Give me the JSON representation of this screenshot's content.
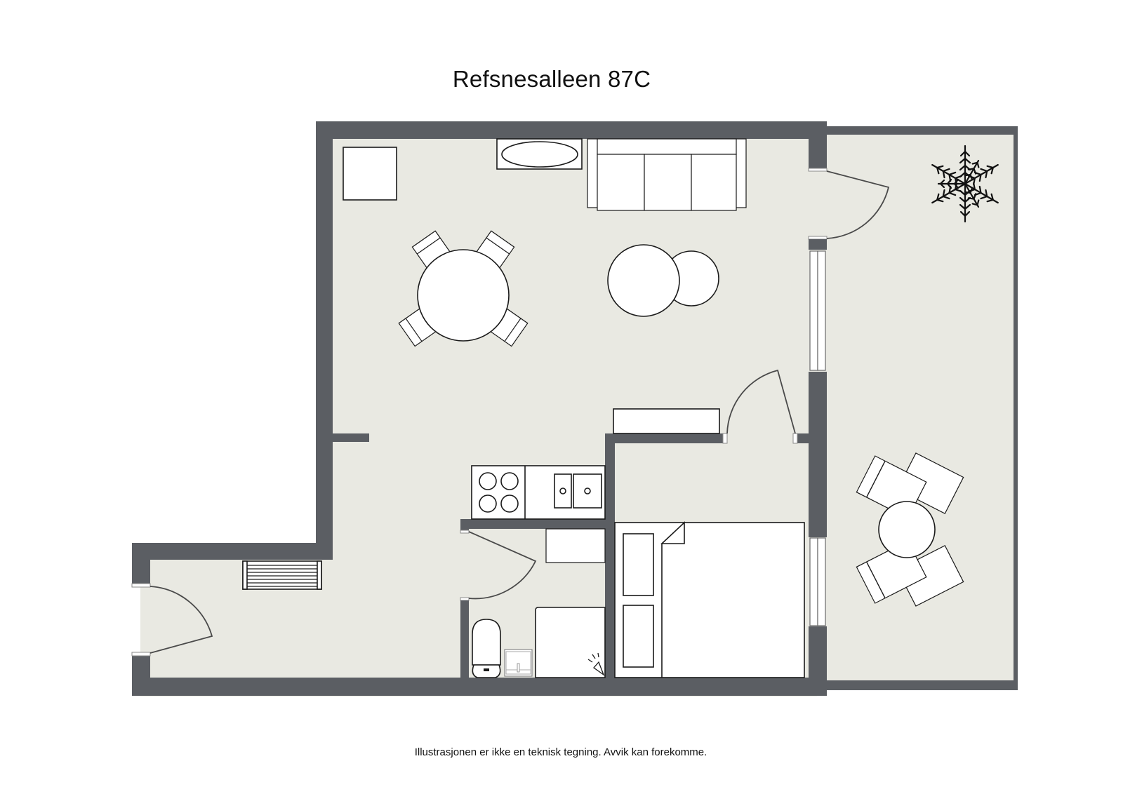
{
  "plan": {
    "title": "Refsnesalleen 87C",
    "disclaimer": "Illustrasjonen er ikke en teknisk tegning. Avvik kan forekomme.",
    "colors": {
      "wall": "#5b5e63",
      "floor": "#e9e9e2",
      "furniture_fill": "#ffffff",
      "outline": "#1a1a1a"
    },
    "rooms": [
      {
        "id": "living-room",
        "furniture": [
          "square-cabinet",
          "tv-bench",
          "sofa-3-seat",
          "dining-table-4-chairs",
          "two-round-tables",
          "shelf"
        ]
      },
      {
        "id": "kitchen",
        "furniture": [
          "cooktop-4-burner",
          "double-sink-counter"
        ]
      },
      {
        "id": "hallway",
        "furniture": [
          "radiator",
          "entrance-door"
        ]
      },
      {
        "id": "bathroom",
        "furniture": [
          "toilet",
          "sink",
          "shower",
          "washing-machine"
        ]
      },
      {
        "id": "bedroom",
        "furniture": [
          "double-bed",
          "wardrobe"
        ]
      },
      {
        "id": "balcony",
        "furniture": [
          "potted-plant",
          "bistro-table-2-chairs"
        ]
      }
    ]
  }
}
